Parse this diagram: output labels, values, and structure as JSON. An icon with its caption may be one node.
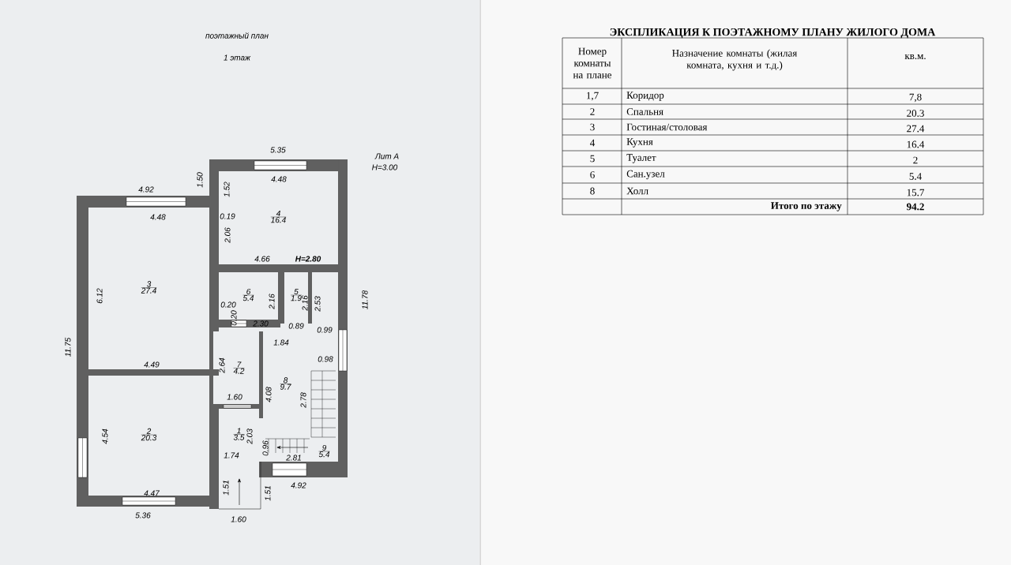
{
  "diagram": {
    "title": "ЭКСПЛИКАЦИЯ К ПОЭТАЖНОМУ ПЛАНУ ЖИЛОГО ДОМА",
    "nodes": [
      {
        "text": [
          "4",
          "16.4"
        ]
      },
      {
        "text": [
          "3",
          "27.4"
        ]
      },
      {
        "text": [
          "6",
          "5.4"
        ]
      },
      {
        "text": [
          "5",
          "1.9"
        ]
      },
      {
        "text": [
          "7",
          "4.2"
        ]
      },
      {
        "text": [
          "8",
          "9.7"
        ]
      },
      {
        "text": [
          "2",
          "20.3"
        ]
      },
      {
        "text": [
          "1",
          "3.5"
        ]
      },
      {
        "text": [
          "9",
          "5.4"
        ]
      }
    ],
    "labels": [
      "поэтажный план",
      "1 этаж",
      "Лит А",
      "H=3.00",
      "5.35",
      "1.50",
      "4.92",
      "1.52",
      "4.48",
      "4.48",
      "0.19",
      "2.06",
      "4.66",
      "H=2.80",
      "6.12",
      "2.16",
      "2.16",
      "2.53",
      "11.78",
      "0.20",
      "0.20",
      "2.30",
      "0.89",
      "0.99",
      "11.75",
      "1.84",
      "0.98",
      "4.49",
      "2.64",
      "4.08",
      "2.78",
      "1.60",
      "4.54",
      "2.03",
      "0.96",
      "1.74",
      "2.81",
      "4.92",
      "4.47",
      "1.51",
      "1.51",
      "5.36",
      "1.60",
      "Номер комнаты на плане",
      "Назначение комнаты (жилая комната, кухня и т.д.)",
      "кв.м.",
      "1,7",
      "Коридор",
      "7,8",
      "2",
      "Спальня",
      "20.3",
      "3",
      "Гостиная/столовая",
      "27.4",
      "4",
      "Кухня",
      "16.4",
      "5",
      "Туалет",
      "2",
      "6",
      "Сан.узел",
      "5.4",
      "8",
      "Холл",
      "15.7",
      "Итого по этажу",
      "94.2"
    ]
  }
}
